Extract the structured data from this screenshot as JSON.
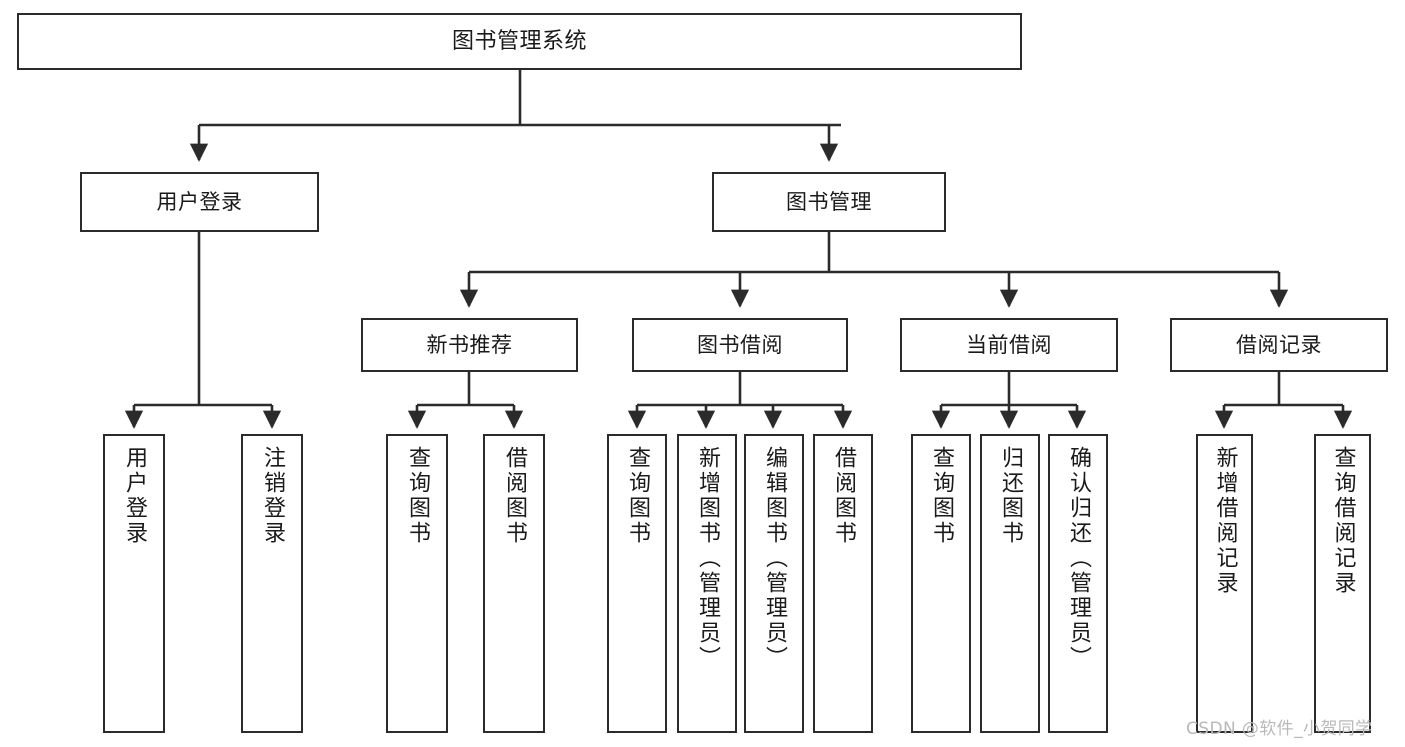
{
  "diagram": {
    "title": "图书管理系统",
    "type": "hierarchy-tree",
    "root": {
      "id": "root",
      "label": "图书管理系统"
    },
    "level1": [
      {
        "id": "user-login",
        "label": "用户登录"
      },
      {
        "id": "book-manage",
        "label": "图书管理"
      }
    ],
    "level2": [
      {
        "id": "new-book-recommend",
        "label": "新书推荐",
        "parent": "book-manage"
      },
      {
        "id": "book-borrow",
        "label": "图书借阅",
        "parent": "book-manage"
      },
      {
        "id": "current-borrow",
        "label": "当前借阅",
        "parent": "book-manage"
      },
      {
        "id": "borrow-record",
        "label": "借阅记录",
        "parent": "book-manage"
      }
    ],
    "leaves": [
      {
        "id": "leaf-user-login",
        "label": "用户登录",
        "parent": "user-login"
      },
      {
        "id": "leaf-logout-login",
        "label": "注销登录",
        "parent": "user-login"
      },
      {
        "id": "leaf-query-book-1",
        "label": "查询图书",
        "parent": "new-book-recommend"
      },
      {
        "id": "leaf-borrow-book-1",
        "label": "借阅图书",
        "parent": "new-book-recommend"
      },
      {
        "id": "leaf-query-book-2",
        "label": "查询图书",
        "parent": "book-borrow"
      },
      {
        "id": "leaf-add-book",
        "label": "新增图书（管理员）",
        "parent": "book-borrow"
      },
      {
        "id": "leaf-edit-book",
        "label": "编辑图书（管理员）",
        "parent": "book-borrow"
      },
      {
        "id": "leaf-borrow-book-2",
        "label": "借阅图书",
        "parent": "book-borrow"
      },
      {
        "id": "leaf-query-book-3",
        "label": "查询图书",
        "parent": "current-borrow"
      },
      {
        "id": "leaf-return-book",
        "label": "归还图书",
        "parent": "current-borrow"
      },
      {
        "id": "leaf-confirm-return",
        "label": "确认归还（管理员）",
        "parent": "current-borrow"
      },
      {
        "id": "leaf-add-record",
        "label": "新增借阅记录",
        "parent": "borrow-record"
      },
      {
        "id": "leaf-query-record",
        "label": "查询借阅记录",
        "parent": "borrow-record"
      }
    ],
    "watermark": "CSDN @软件_小贺同学",
    "colors": {
      "border": "#2b2b2b",
      "text": "#1a1a1a",
      "background": "#ffffff",
      "connector": "#2b2b2b",
      "watermark": "#b9b9b9"
    }
  }
}
